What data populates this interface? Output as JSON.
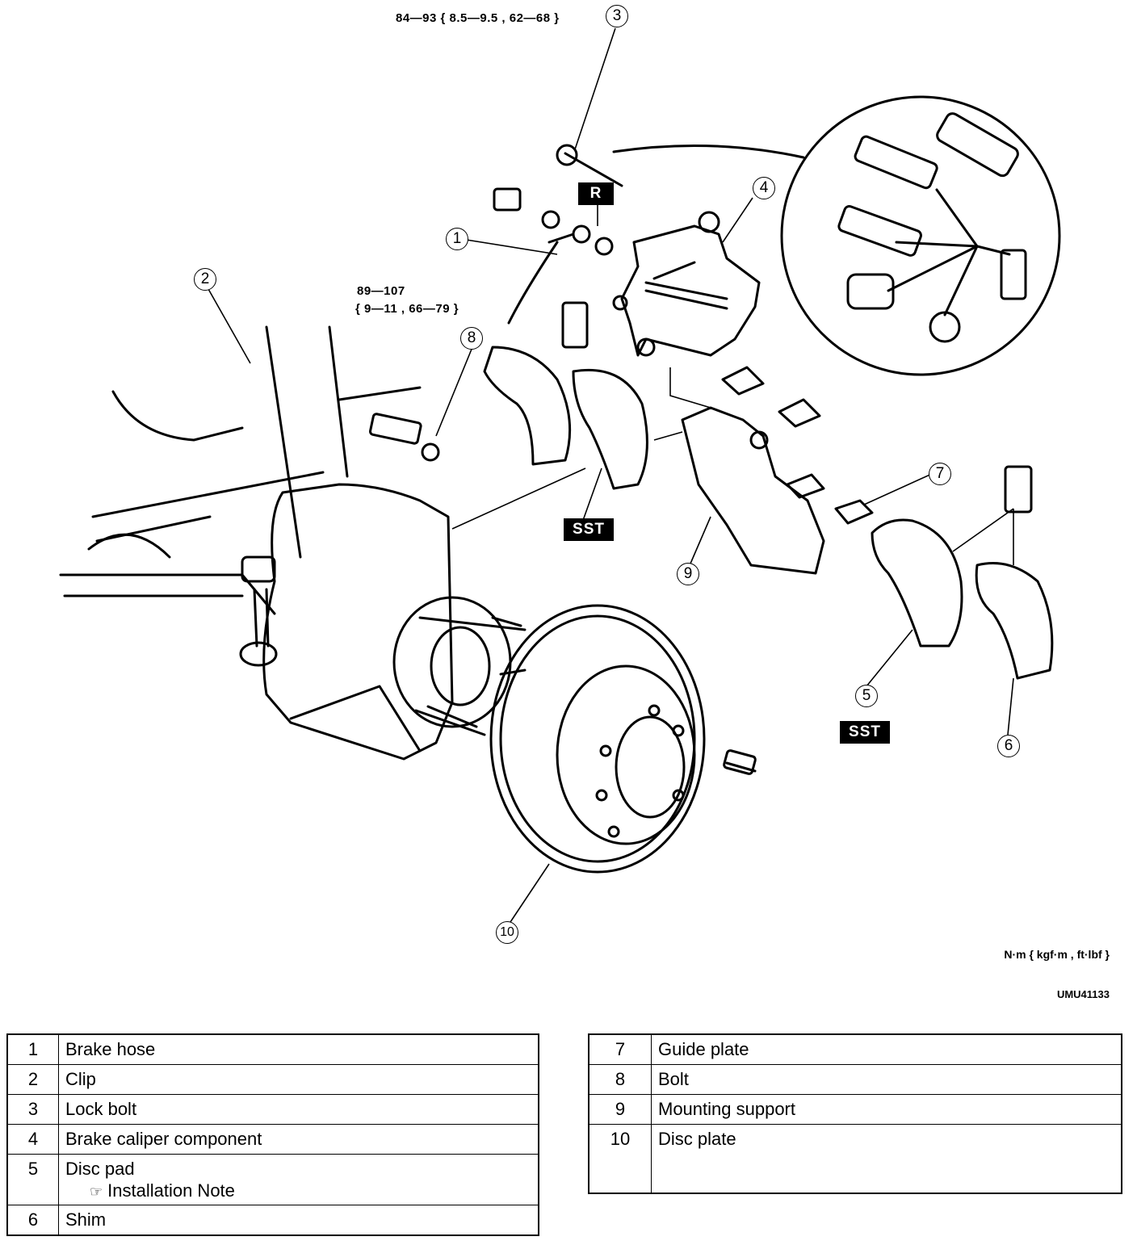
{
  "torque_specs": {
    "lock_bolt": "84—93 { 8.5—9.5 , 62—68 }",
    "bolt_line1": "89—107",
    "bolt_line2": "{ 9—11 , 66—79 }"
  },
  "callouts": [
    "1",
    "2",
    "3",
    "4",
    "5",
    "6",
    "7",
    "8",
    "9",
    "10"
  ],
  "tags": {
    "reuse": "R",
    "sst_top": "SST",
    "sst_bottom": "SST"
  },
  "footer": {
    "units": "N·m { kgf·m , ft·lbf }",
    "code": "UMU41133"
  },
  "parts_left": [
    {
      "num": "1",
      "name": "Brake hose"
    },
    {
      "num": "2",
      "name": "Clip"
    },
    {
      "num": "3",
      "name": "Lock bolt"
    },
    {
      "num": "4",
      "name": "Brake caliper component"
    },
    {
      "num": "5",
      "name": "Disc pad",
      "note": "Installation Note",
      "note_icon": "pointing-hand-icon"
    },
    {
      "num": "6",
      "name": "Shim"
    }
  ],
  "parts_right": [
    {
      "num": "7",
      "name": "Guide plate"
    },
    {
      "num": "8",
      "name": "Bolt"
    },
    {
      "num": "9",
      "name": "Mounting support"
    },
    {
      "num": "10",
      "name": "Disc plate"
    }
  ]
}
